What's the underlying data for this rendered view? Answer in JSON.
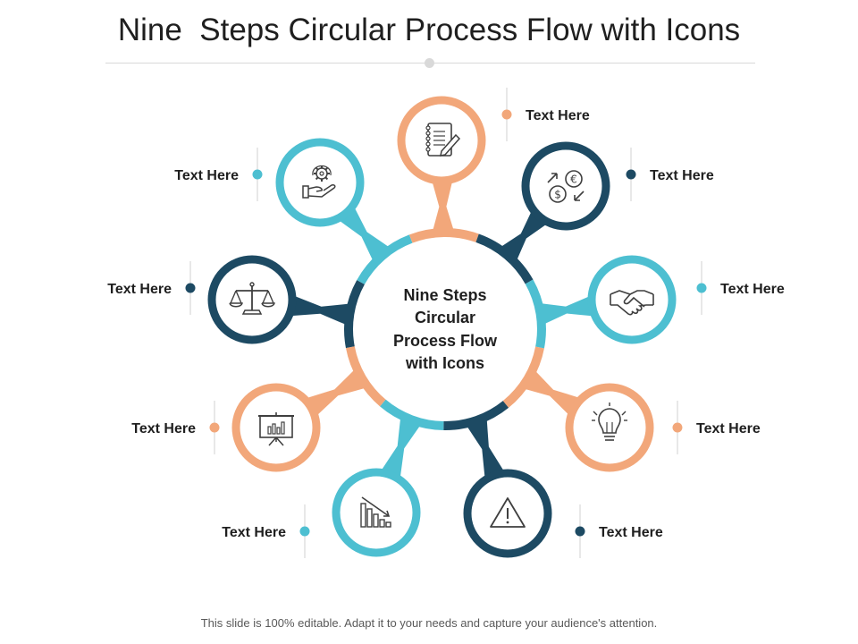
{
  "title": "Nine  Steps Circular Process Flow with Icons",
  "center_lines": [
    "Nine  Steps",
    "Circular",
    "Process Flow",
    "with  Icons"
  ],
  "colors": {
    "orange": "#F2A77A",
    "teal": "#4DBFD1",
    "navy": "#1D4A63",
    "text": "#1f1f1f",
    "divider": "#d9d9d9"
  },
  "nodes": [
    {
      "label": "Text Here",
      "icon": "notebook-pen-icon",
      "color": "orange"
    },
    {
      "label": "Text Here",
      "icon": "currency-exchange-icon",
      "color": "navy"
    },
    {
      "label": "Text Here",
      "icon": "handshake-icon",
      "color": "teal"
    },
    {
      "label": "Text Here",
      "icon": "lightbulb-icon",
      "color": "orange"
    },
    {
      "label": "Text Here",
      "icon": "warning-icon",
      "color": "navy"
    },
    {
      "label": "Text Here",
      "icon": "declining-chart-icon",
      "color": "teal"
    },
    {
      "label": "Text Here",
      "icon": "presentation-board-icon",
      "color": "orange"
    },
    {
      "label": "Text Here",
      "icon": "balance-scale-icon",
      "color": "navy"
    },
    {
      "label": "Text Here",
      "icon": "hand-gear-support-icon",
      "color": "teal"
    }
  ],
  "footer": "This slide is 100% editable. Adapt it to your needs and capture your audience's attention."
}
